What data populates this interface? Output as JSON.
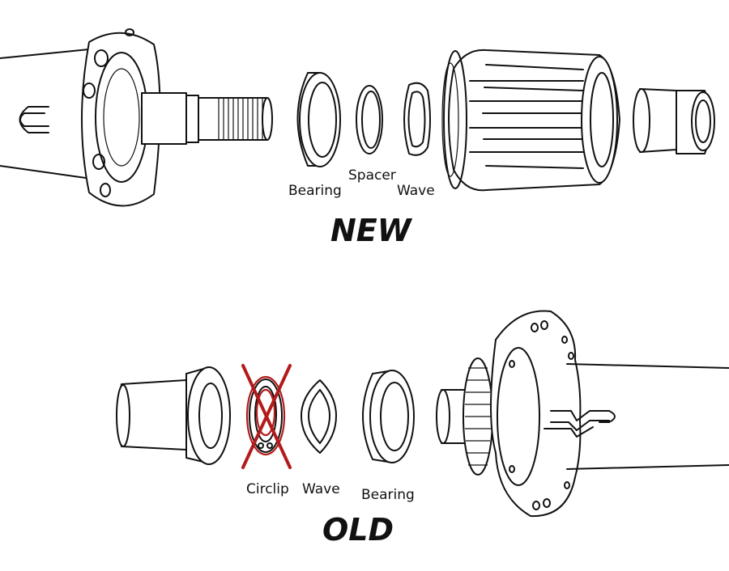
{
  "new_section": {
    "title": "NEW",
    "labels": {
      "bearing": "Bearing",
      "spacer": "Spacer",
      "wave": "Wave"
    }
  },
  "old_section": {
    "title": "OLD",
    "labels": {
      "circlip": "Circlip",
      "wave": "Wave",
      "bearing": "Bearing"
    }
  },
  "colors": {
    "line": "#111111",
    "removed_mark": "#b31b1b",
    "background": "#ffffff"
  }
}
